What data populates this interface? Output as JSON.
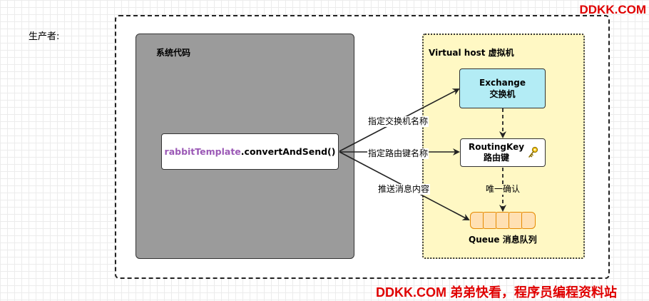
{
  "producer": {
    "label": "生产者:"
  },
  "system": {
    "title": "系统代码"
  },
  "code": {
    "object": "rabbitTemplate",
    "method": ".convertAndSend()"
  },
  "vhost": {
    "title": "Virtual host 虚拟机"
  },
  "exchange": {
    "name": "Exchange",
    "subtitle": "交换机"
  },
  "routing": {
    "name": "RoutingKey",
    "subtitle": "路由键",
    "icon": "key-icon"
  },
  "queue": {
    "label": "Queue 消息队列",
    "cell_count": 5
  },
  "edges": {
    "to_exchange": "指定交换机名称",
    "to_routing": "指定路由键名称",
    "to_queue": "推送消息内容",
    "routing_to_queue": "唯一确认"
  },
  "watermark": {
    "top": "DDKK.COM",
    "bottom": "DDKK.COM 弟弟快看，程序员编程资料站"
  },
  "colors": {
    "system_bg": "#9b9b9b",
    "vhost_bg": "#fff8c4",
    "exchange_bg": "#b3ecf5",
    "queue_fill": "#ffe0b3",
    "queue_stroke": "#e68a00",
    "code_accent": "#9b59b6",
    "watermark": "#e00000"
  }
}
